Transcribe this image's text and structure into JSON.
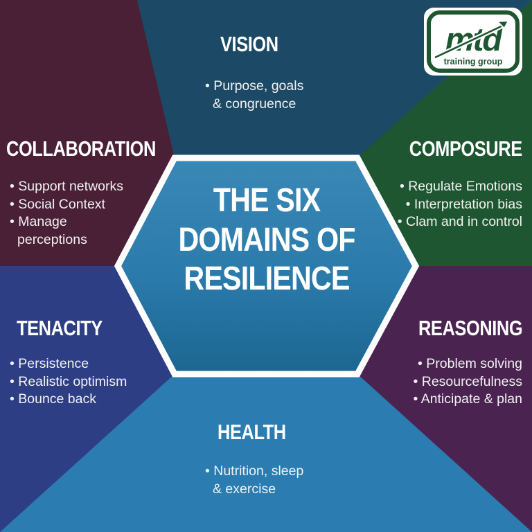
{
  "title": "The Six Domains of Resilience",
  "center": {
    "line1": "THE SIX",
    "line2": "DOMAINS OF",
    "line3": "RESILIENCE"
  },
  "colors": {
    "vision": "#1C4A66",
    "composure": "#1E5631",
    "reasoning": "#4A2351",
    "health": "#2B7CB0",
    "tenacity": "#2D3E85",
    "collaboration": "#4A2036",
    "hexagon_top": "#3480AF",
    "hexagon_bottom": "#1E678F",
    "hexagon_border": "#FFFFFF",
    "text": "#FFFFFF"
  },
  "logo": {
    "name": "mtd-logo",
    "wordmark": "mtd",
    "tagline": "training group"
  },
  "domains": [
    {
      "id": "vision",
      "label": "VISION",
      "bullets": [
        "• Purpose, goals",
        "& congruence"
      ]
    },
    {
      "id": "composure",
      "label": "COMPOSURE",
      "bullets": [
        "• Regulate Emotions",
        "• Interpretation bias",
        "• Clam and in control"
      ]
    },
    {
      "id": "reasoning",
      "label": "REASONING",
      "bullets": [
        "• Problem solving",
        "• Resourcefulness",
        "• Anticipate & plan"
      ]
    },
    {
      "id": "health",
      "label": "HEALTH",
      "bullets": [
        "• Nutrition, sleep",
        "& exercise"
      ]
    },
    {
      "id": "tenacity",
      "label": "TENACITY",
      "bullets": [
        "• Persistence",
        "• Realistic optimism",
        "• Bounce back"
      ]
    },
    {
      "id": "collaboration",
      "label": "COLLABORATION",
      "bullets": [
        "• Support networks",
        "• Social Context",
        "• Manage",
        "perceptions"
      ]
    }
  ]
}
